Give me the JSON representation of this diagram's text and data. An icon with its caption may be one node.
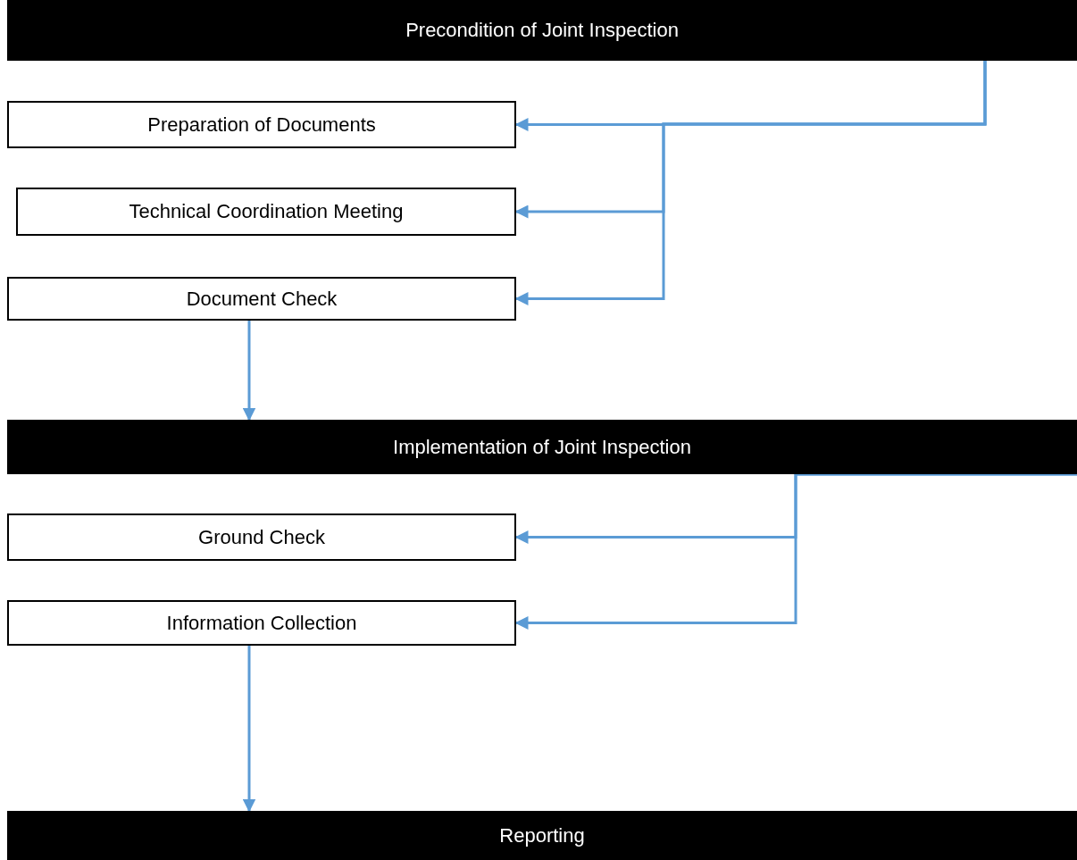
{
  "diagram": {
    "nodes": [
      {
        "text": [
          "Precondition of Joint Inspection"
        ]
      },
      {
        "text": [
          "Preparation of Documents"
        ]
      },
      {
        "text": [
          "Technical Coordination Meeting"
        ]
      },
      {
        "text": [
          "Document Check"
        ]
      },
      {
        "text": [
          "Implementation of Joint Inspection"
        ]
      },
      {
        "text": [
          "Ground Check"
        ]
      },
      {
        "text": [
          "Information Collection"
        ]
      },
      {
        "text": [
          "Reporting"
        ]
      }
    ],
    "edges": [
      {
        "from": 0,
        "to": 1,
        "arrow": "to"
      },
      {
        "from": 0,
        "to": 2,
        "arrow": "to"
      },
      {
        "from": 0,
        "to": 3,
        "arrow": "to"
      },
      {
        "from": 3,
        "to": 4,
        "arrow": "to"
      },
      {
        "from": 4,
        "to": 5,
        "arrow": "to"
      },
      {
        "from": 4,
        "to": 6,
        "arrow": "to"
      },
      {
        "from": 6,
        "to": 7,
        "arrow": "to"
      }
    ]
  }
}
